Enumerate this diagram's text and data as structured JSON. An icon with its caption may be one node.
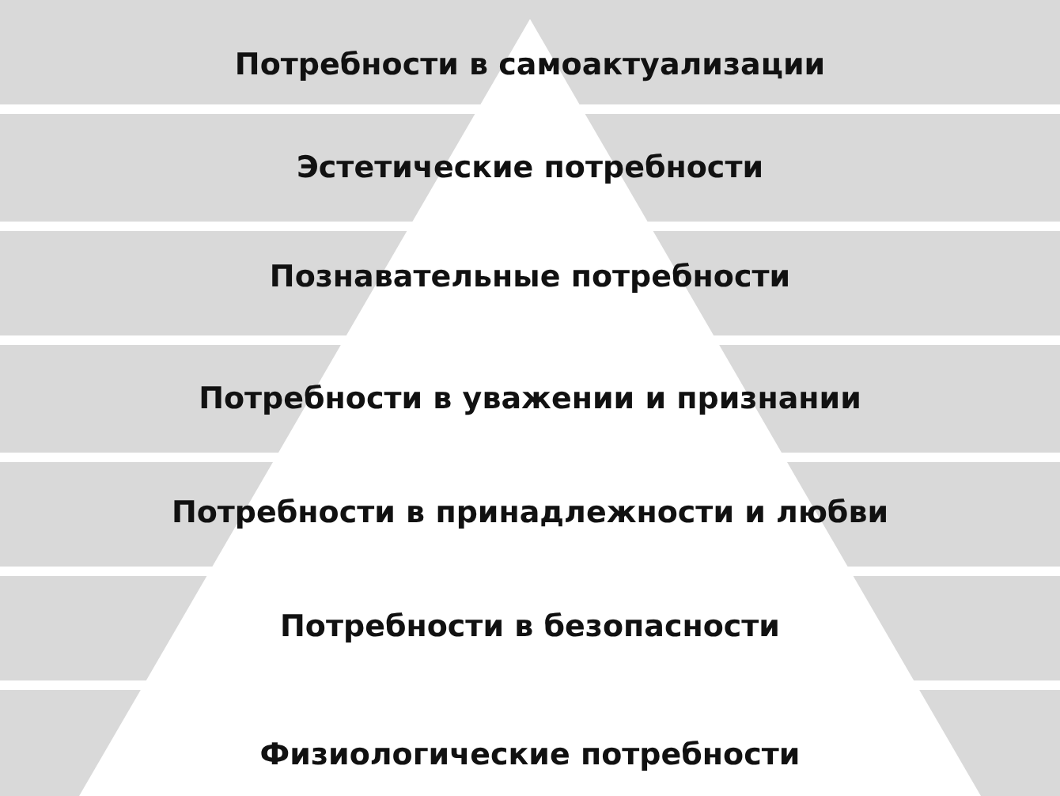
{
  "diagram": {
    "nodes": [
      {
        "text": [
          "Потребности в самоактуализации"
        ]
      },
      {
        "text": [
          "Эстетические потребности"
        ]
      },
      {
        "text": [
          "Познавательные потребности"
        ]
      },
      {
        "text": [
          "Потребности в уважении и признании"
        ]
      },
      {
        "text": [
          "Потребности в принадлежности и любви"
        ]
      },
      {
        "text": [
          "Потребности в безопасности"
        ]
      },
      {
        "text": [
          "Физиологические потребности"
        ]
      }
    ]
  }
}
